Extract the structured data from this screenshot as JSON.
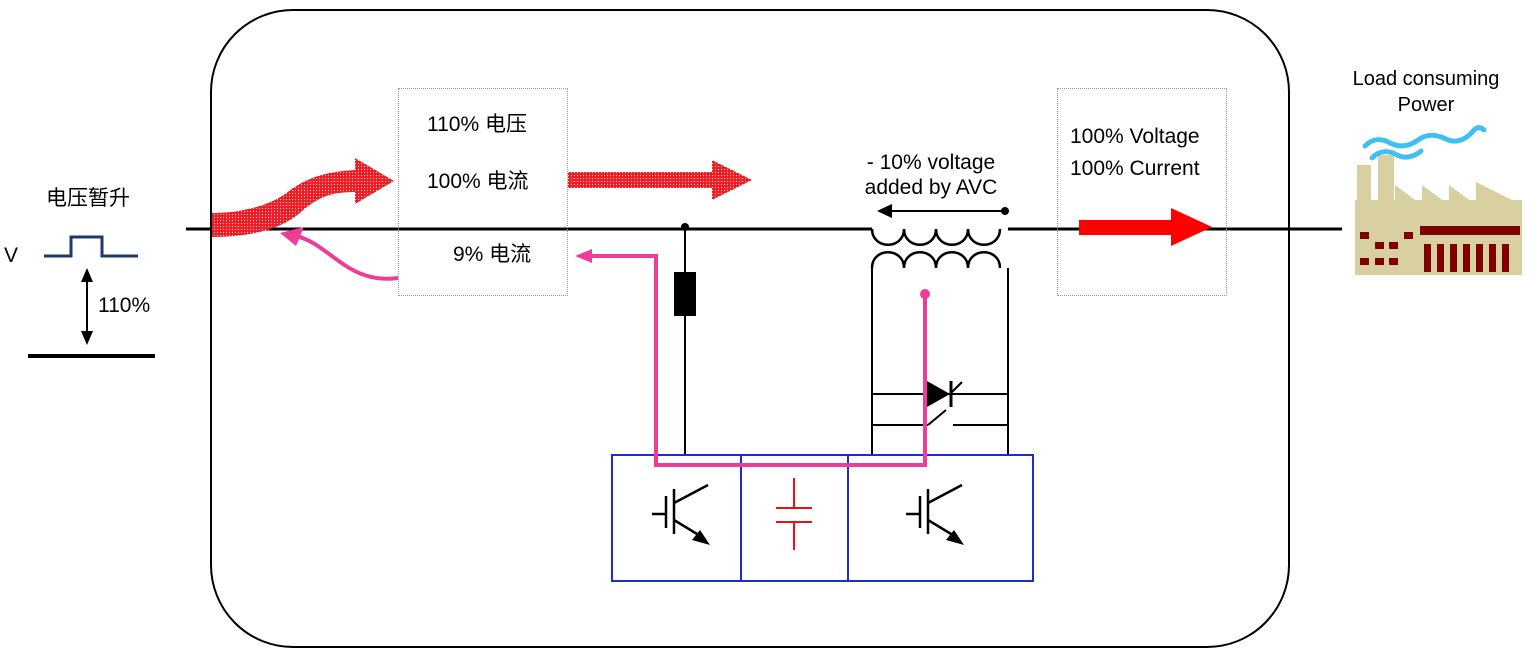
{
  "left": {
    "event_title": "电压暂升",
    "axis_label": "V",
    "magnitude": "110%"
  },
  "input_box": {
    "voltage": "110% 电压",
    "current": "100% 电流",
    "return_current": "9% 电流"
  },
  "avc": {
    "label_line1": "- 10% voltage",
    "label_line2": "added by AVC"
  },
  "output_box": {
    "voltage": "100% Voltage",
    "current": "100% Current"
  },
  "load": {
    "label_line1": "Load consuming",
    "label_line2": "Power"
  },
  "colors": {
    "frame": "#000000",
    "converter_border": "#1f2ccc",
    "reverse_current": "#ee3d96",
    "input_power": "#ee1c24",
    "output_power": "#ff0000",
    "capacitor": "#ee1111",
    "sag_waveform": "#1f3a68",
    "factory_body": "#d8d0a0",
    "factory_detail": "#800000",
    "smoke": "#3fc0f0"
  },
  "icons": [
    "factory-icon",
    "smoke-icon",
    "igbt-icon",
    "capacitor-icon",
    "thyristor-icon",
    "transformer-icon",
    "inductor-icon"
  ]
}
